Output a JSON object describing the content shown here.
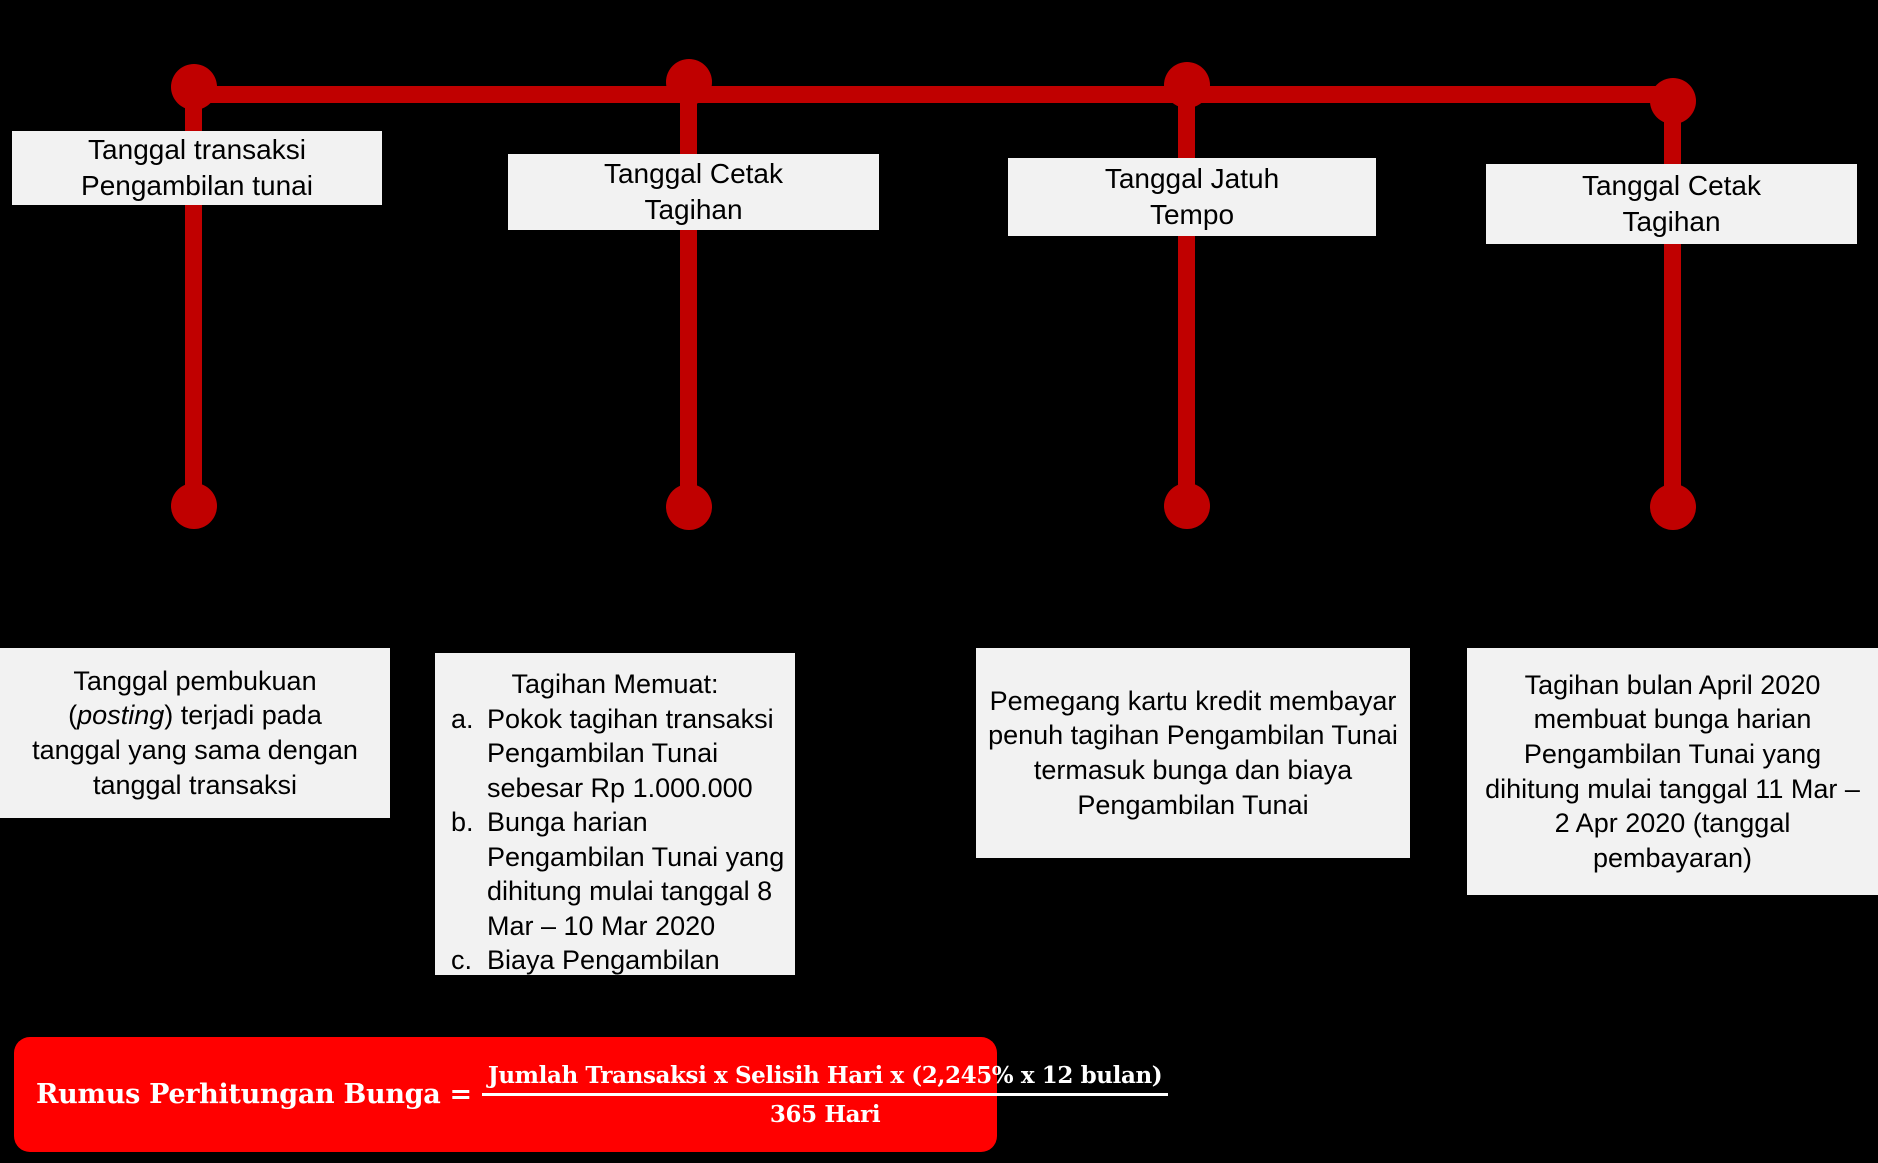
{
  "theme": {
    "background": "#000000",
    "rail_color": "#C00000",
    "card_background": "#F2F2F2",
    "card_text": "#000000",
    "banner_background": "#FF0000",
    "banner_text": "#FFFFFF"
  },
  "timeline": {
    "milestones": [
      {
        "id": "transaksi",
        "top_label_line1": "Tanggal transaksi",
        "top_label_line2": "Pengambilan tunai"
      },
      {
        "id": "cetak-tagihan-1",
        "top_label_line1": "Tanggal Cetak",
        "top_label_line2": "Tagihan"
      },
      {
        "id": "jatuh-tempo",
        "top_label_line1": "Tanggal Jatuh",
        "top_label_line2": "Tempo"
      },
      {
        "id": "cetak-tagihan-2",
        "top_label_line1": "Tanggal Cetak",
        "top_label_line2": "Tagihan"
      }
    ]
  },
  "details": {
    "posting": {
      "line1": "Tanggal pembukuan",
      "line2_pre": "(",
      "line2_em": "posting",
      "line2_post": ") terjadi pada",
      "line3": "tanggal yang sama dengan",
      "line4": "tanggal transaksi"
    },
    "tagihan": {
      "heading": "Tagihan Memuat:",
      "items": [
        {
          "marker": "a.",
          "text": "Pokok tagihan transaksi Pengambilan Tunai sebesar Rp 1.000.000"
        },
        {
          "marker": "b.",
          "text": "Bunga harian Pengambilan Tunai yang dihitung mulai tanggal 8 Mar – 10 Mar 2020"
        },
        {
          "marker": "c.",
          "text": "Biaya Pengambilan Tunai"
        }
      ]
    },
    "pembayaran": {
      "text": "Pemegang kartu kredit membayar penuh tagihan Pengambilan Tunai termasuk bunga dan biaya Pengambilan Tunai"
    },
    "tagihan_april": {
      "text": "Tagihan bulan April 2020 membuat bunga harian Pengambilan Tunai yang dihitung mulai tanggal 11 Mar – 2 Apr 2020 (tanggal pembayaran)"
    }
  },
  "formula": {
    "label": "Rumus Perhitungan Bunga =",
    "numerator": "Jumlah Transaksi x Selisih Hari x (2,245% x 12 bulan)",
    "denominator": "365 Hari"
  }
}
